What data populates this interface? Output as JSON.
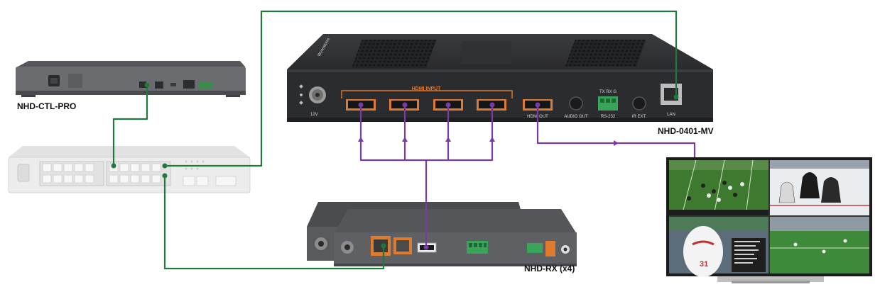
{
  "devices": {
    "controller": {
      "label": "NHD-CTL-PRO"
    },
    "multiviewer": {
      "label": "NHD-0401-MV",
      "brand": "Wyrestorm",
      "hdmi_input_label": "HDMI INPUT",
      "power_label": "12V",
      "hdmi_out_label": "HDMI OUT",
      "audio_out_label": "AUDIO OUT",
      "rs232_label": "RS-232",
      "rs232_pins": "TX RX G",
      "ir_ext_label": "IR EXT.",
      "lan_label": "LAN"
    },
    "receiver": {
      "label": "NHD-RX (x4)"
    },
    "tv": {
      "score_player": "31"
    }
  },
  "colors": {
    "network_line": "#1d7a3c",
    "hdmi_line": "#7a3aa8",
    "device_dark": "#2f3033",
    "switch_body": "#e9e9e9",
    "accent_orange": "#e07a2e"
  }
}
